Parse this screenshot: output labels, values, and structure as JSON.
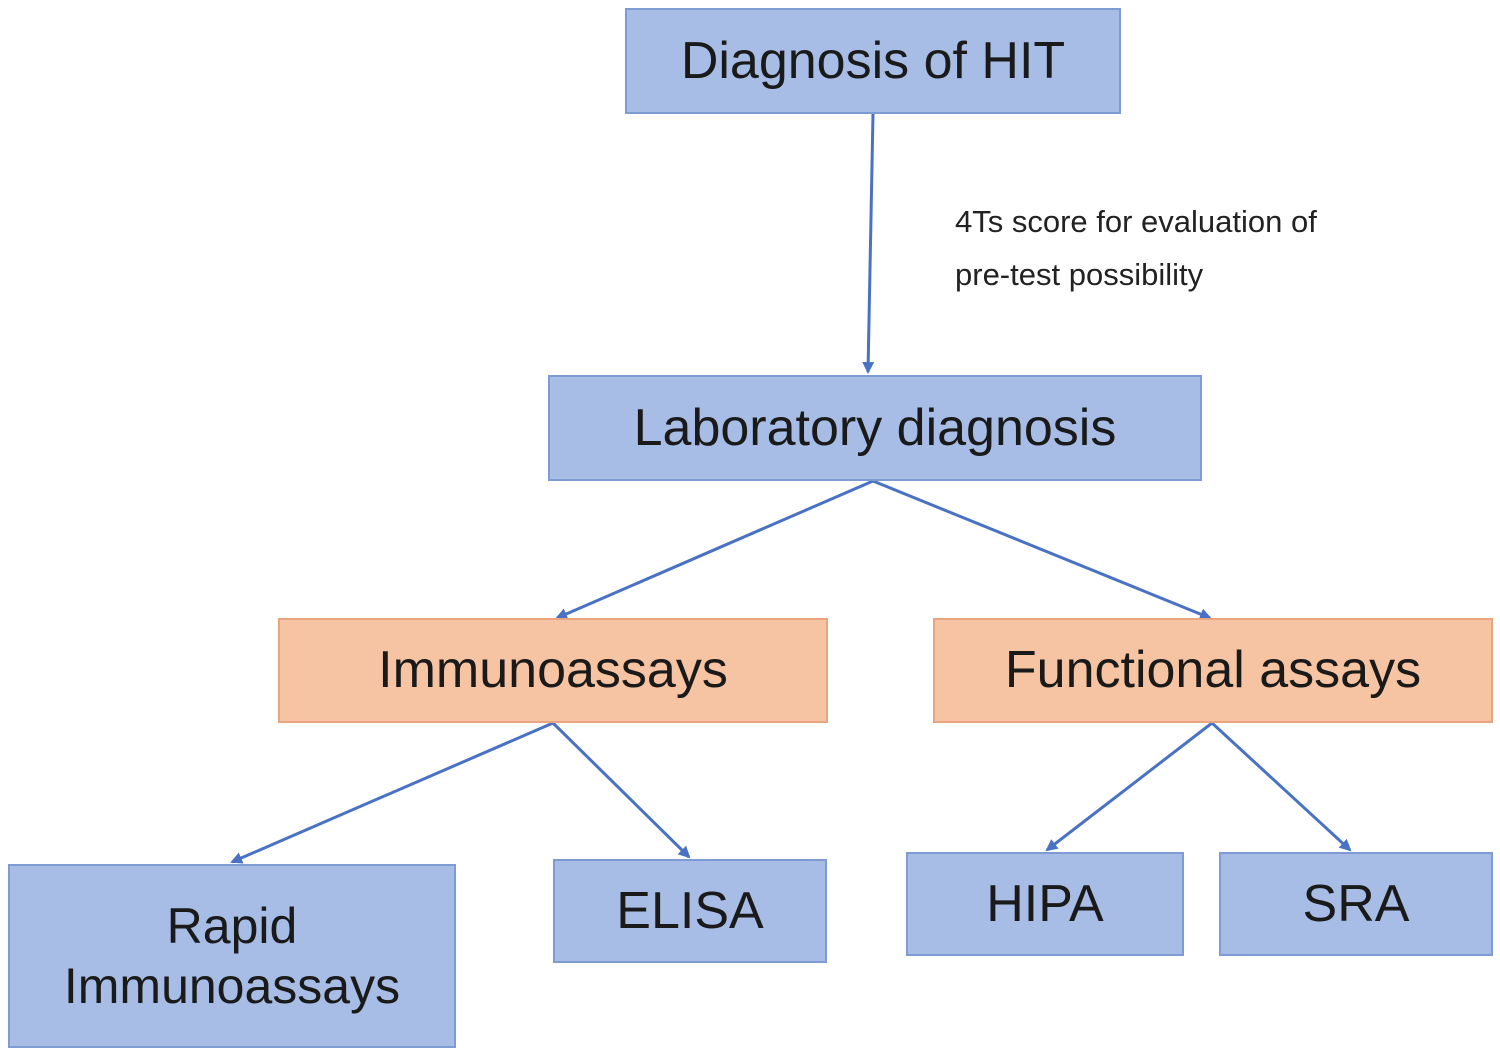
{
  "diagram": {
    "nodes": {
      "root": "Diagnosis of HIT",
      "lab": "Laboratory diagnosis",
      "immuno": "Immunoassays",
      "functional": "Functional assays",
      "rapid": "Rapid Immunoassays",
      "elisa": "ELISA",
      "hipa": "HIPA",
      "sra": "SRA"
    },
    "edge_label": {
      "line1": "4Ts score for evaluation of",
      "line2": "pre-test possibility"
    },
    "colors": {
      "blue_fill": "#a7bde6",
      "orange_fill": "#f7c4a3",
      "connector": "#4a72c4"
    }
  }
}
